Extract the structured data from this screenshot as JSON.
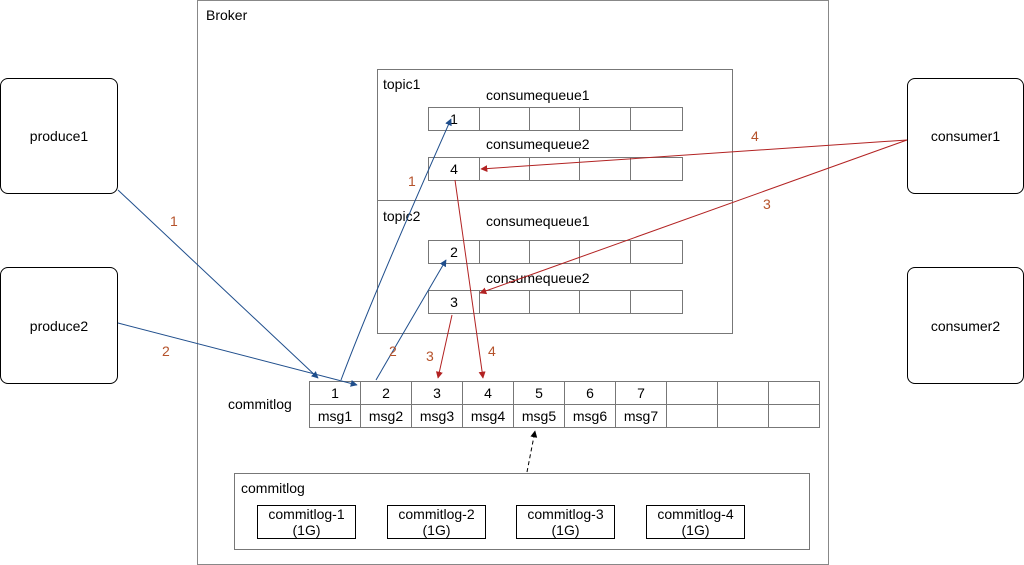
{
  "broker": {
    "title": "Broker"
  },
  "producers": [
    {
      "label": "produce1"
    },
    {
      "label": "produce2"
    }
  ],
  "consumers": [
    {
      "label": "consumer1"
    },
    {
      "label": "consumer2"
    }
  ],
  "topics": [
    {
      "name": "topic1",
      "queues": [
        {
          "name": "consumequeue1",
          "first_value": "1"
        },
        {
          "name": "consumequeue2",
          "first_value": "4"
        }
      ]
    },
    {
      "name": "topic2",
      "queues": [
        {
          "name": "consumequeue1",
          "first_value": "2"
        },
        {
          "name": "consumequeue2",
          "first_value": "3"
        }
      ]
    }
  ],
  "commitlog_table": {
    "label": "commitlog",
    "indices": [
      "1",
      "2",
      "3",
      "4",
      "5",
      "6",
      "7",
      "",
      "",
      ""
    ],
    "messages": [
      "msg1",
      "msg2",
      "msg3",
      "msg4",
      "msg5",
      "msg6",
      "msg7",
      "",
      "",
      ""
    ]
  },
  "commitlog_files": {
    "title": "commitlog",
    "files": [
      {
        "name": "commitlog-1",
        "size": "(1G)"
      },
      {
        "name": "commitlog-2",
        "size": "(1G)"
      },
      {
        "name": "commitlog-3",
        "size": "(1G)"
      },
      {
        "name": "commitlog-4",
        "size": "(1G)"
      }
    ]
  },
  "arrow_labels": {
    "produce1_write": "1",
    "produce2_write": "2",
    "topic1_index": "1",
    "topic2_index": "2",
    "consumer1_read_q2": "4",
    "consumer1_read_topic2": "3",
    "queue3_to_log": "3",
    "queue4_to_log": "4"
  },
  "colors": {
    "blue": "#1f4e8c",
    "red": "#b22222",
    "label_orange": "#b5522a"
  }
}
